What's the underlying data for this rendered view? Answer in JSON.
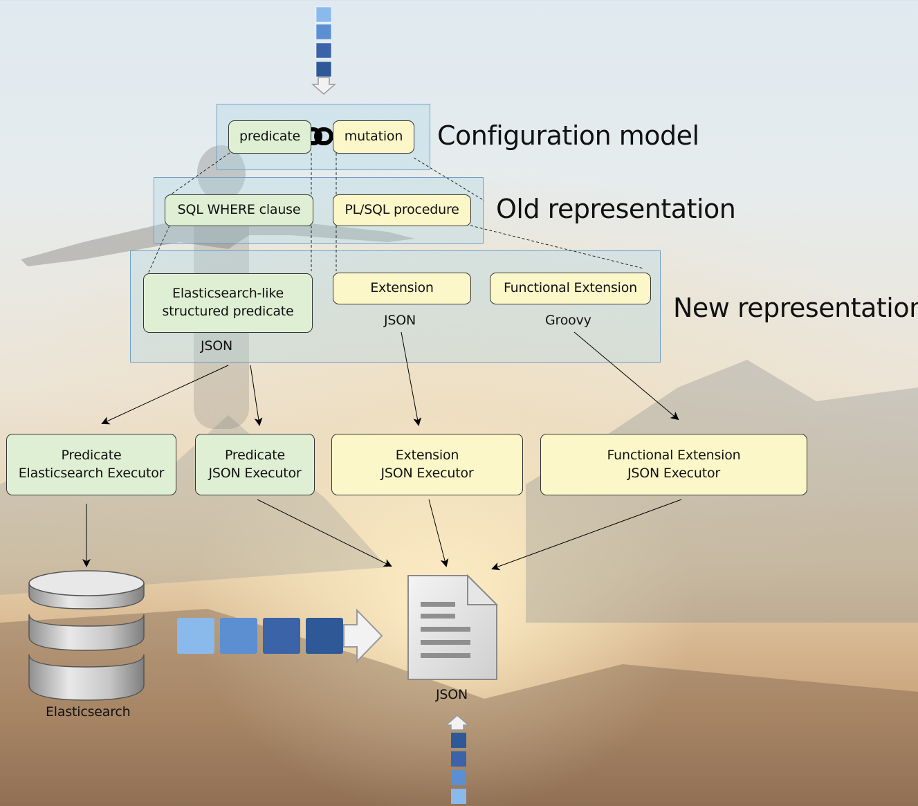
{
  "sections": {
    "config_title": "Configuration model",
    "old_title": "Old representation",
    "new_title": "New representation"
  },
  "config": {
    "predicate": "predicate",
    "mutation": "mutation"
  },
  "old": {
    "sql_where": "SQL WHERE clause",
    "plsql": "PL/SQL procedure"
  },
  "new_rep": {
    "es_predicate_line1": "Elasticsearch-like",
    "es_predicate_line2": "structured predicate",
    "es_predicate_format": "JSON",
    "extension": "Extension",
    "extension_format": "JSON",
    "functional_extension": "Functional Extension",
    "functional_extension_format": "Groovy"
  },
  "executors": {
    "predicate_es_line1": "Predicate",
    "predicate_es_line2": "Elasticsearch Executor",
    "predicate_json_line1": "Predicate",
    "predicate_json_line2": "JSON Executor",
    "extension_json_line1": "Extension",
    "extension_json_line2": "JSON Executor",
    "functional_json_line1": "Functional Extension",
    "functional_json_line2": "JSON Executor"
  },
  "outputs": {
    "elasticsearch": "Elasticsearch",
    "json_document": "JSON"
  },
  "colors": {
    "green_fill": "#dfefd4",
    "yellow_fill": "#fbf7c9",
    "panel_fill": "#add8e6",
    "block_light": "#8ab9ec",
    "block_mid": "#5b8fd2",
    "block_dark": "#3a63a8",
    "block_darker": "#2f5896"
  }
}
